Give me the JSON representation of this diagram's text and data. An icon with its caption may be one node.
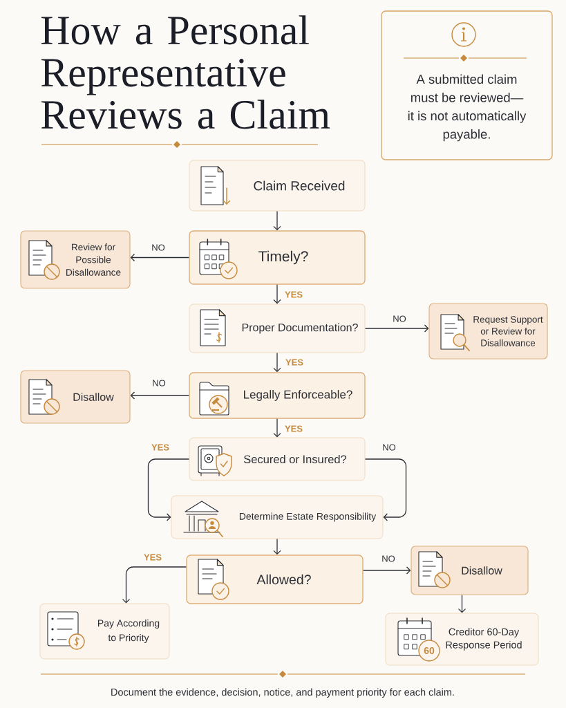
{
  "diagram": {
    "title": "How a Personal Representative Reviews a Claim",
    "caption": "Document the evidence, decision, notice, and payment priority for each claim.",
    "nodes": [
      {
        "text": [
          "A submitted claim must be reviewed— it is not automatically payable."
        ]
      },
      {
        "text": [
          "Claim Received"
        ]
      },
      {
        "text": [
          "Review for Possible Disallowance"
        ]
      },
      {
        "text": [
          "Timely?"
        ]
      },
      {
        "text": [
          "Proper Documentation?"
        ]
      },
      {
        "text": [
          "Request Support or Review for Disallowance"
        ]
      },
      {
        "text": [
          "Disallow"
        ]
      },
      {
        "text": [
          "Legally Enforceable?"
        ]
      },
      {
        "text": [
          "Secured or Insured?"
        ]
      },
      {
        "text": [
          "Determine Estate Responsibility"
        ]
      },
      {
        "text": [
          "Allowed?"
        ]
      },
      {
        "text": [
          "Disallow"
        ]
      },
      {
        "text": [
          "Pay According to Priority"
        ]
      },
      {
        "text": [
          "Creditor 60-Day Response Period"
        ]
      }
    ],
    "edges": [
      {
        "from": 1,
        "to": 3,
        "arrow": "to"
      },
      {
        "from": 3,
        "to": 2,
        "arrow": "to",
        "label": "NO"
      },
      {
        "from": 3,
        "to": 4,
        "arrow": "to",
        "label": "YES"
      },
      {
        "from": 4,
        "to": 5,
        "arrow": "to",
        "label": "NO"
      },
      {
        "from": 4,
        "to": 7,
        "arrow": "to",
        "label": "YES"
      },
      {
        "from": 7,
        "to": 6,
        "arrow": "to",
        "label": "NO"
      },
      {
        "from": 7,
        "to": 8,
        "arrow": "to",
        "label": "YES"
      },
      {
        "from": 8,
        "to": 9,
        "arrow": "to",
        "label": "YES"
      },
      {
        "from": 8,
        "to": 9,
        "arrow": "to",
        "label": "NO"
      },
      {
        "from": 9,
        "to": 10,
        "arrow": "to"
      },
      {
        "from": 10,
        "to": 12,
        "arrow": "to",
        "label": "YES"
      },
      {
        "from": 10,
        "to": 11,
        "arrow": "to",
        "label": "NO"
      },
      {
        "from": 11,
        "to": 13,
        "arrow": "to"
      }
    ],
    "labels": [
      "60"
    ]
  }
}
